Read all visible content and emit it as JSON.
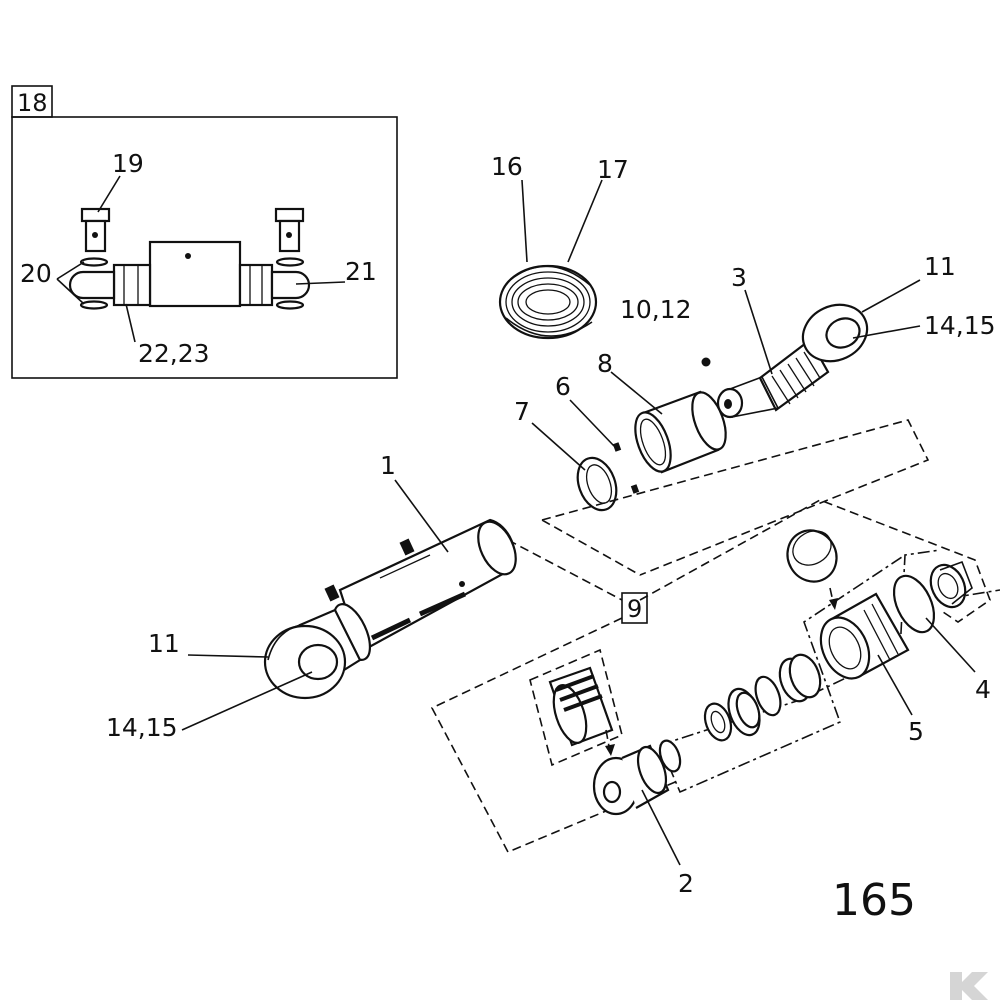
{
  "diagram": {
    "page_number": "165",
    "inset_box_label": "18",
    "seal_kit_box_label": "9",
    "callouts": {
      "c1": "1",
      "c2": "2",
      "c3": "3",
      "c4": "4",
      "c5": "5",
      "c6": "6",
      "c7": "7",
      "c8": "8",
      "c10_12": "10,12",
      "c11_top": "11",
      "c14_15_top": "14,15",
      "c11_left": "11",
      "c14_15_left": "14,15",
      "c16": "16",
      "c17": "17",
      "c19": "19",
      "c20": "20",
      "c21": "21",
      "c22_23": "22,23"
    },
    "watermark_logo": "K"
  }
}
